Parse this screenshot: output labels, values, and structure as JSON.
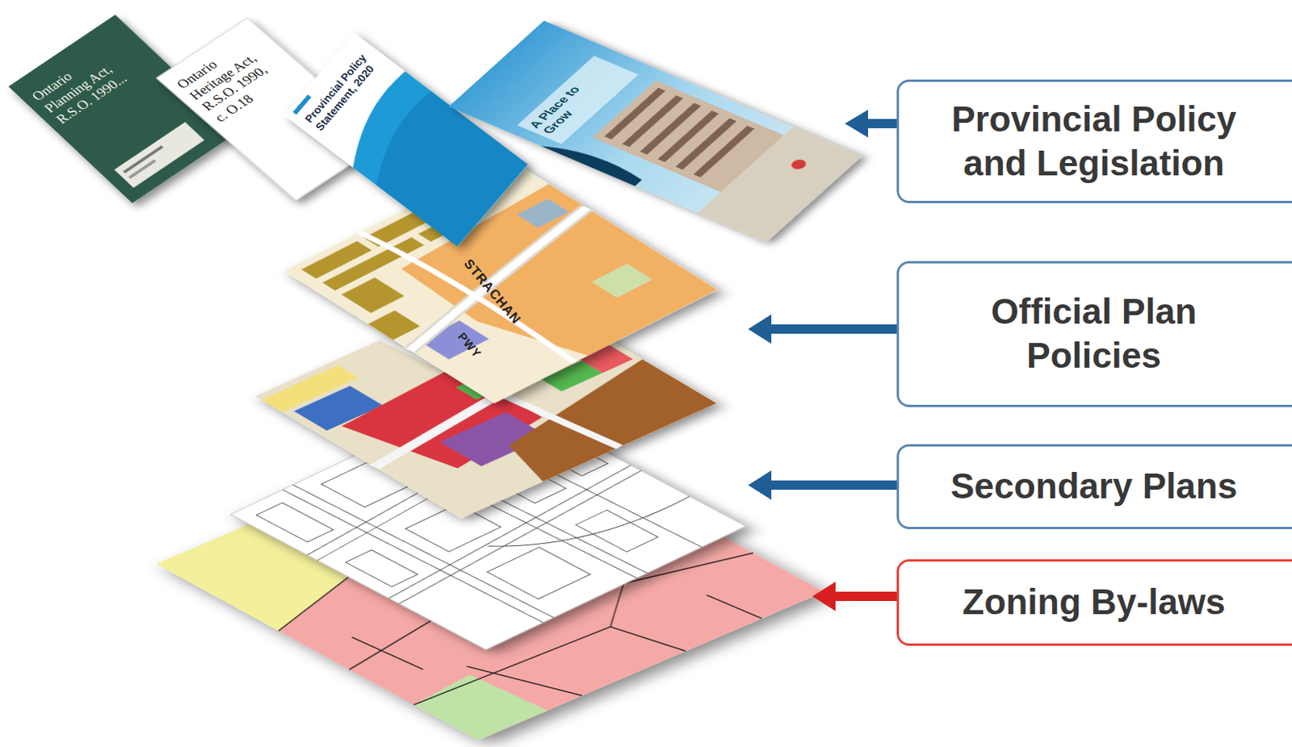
{
  "diagram": {
    "nodes": [
      {
        "text": [
          "Provincial Policy and Legislation"
        ]
      },
      {
        "text": [
          "Official Plan Policies"
        ]
      },
      {
        "text": [
          "Secondary Plans"
        ]
      },
      {
        "text": [
          "Zoning By-laws"
        ]
      }
    ],
    "labels": [
      "Ontario Planning Act, R.S.O. 1990...",
      "Ontario Heritage Act, R.S.O. 1990, c. O.18",
      "Provincial Policy Statement, 2020",
      "A Place to Grow",
      "STRACHAN",
      "PWY"
    ]
  }
}
